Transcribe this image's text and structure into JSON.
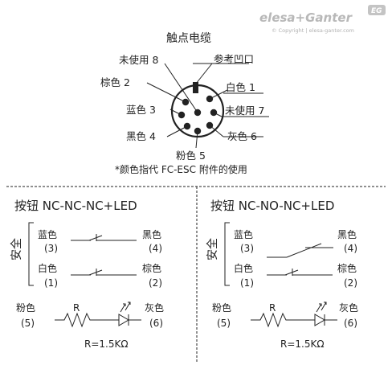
{
  "brand": {
    "logo_text": "elesa+Ganter",
    "badge": "EG",
    "copyright": "© Copyright | elesa-ganter.com"
  },
  "connector": {
    "title": "触点电缆",
    "pins": [
      {
        "label": "未使用 8"
      },
      {
        "label": "参考凹口"
      },
      {
        "label": "棕色 2"
      },
      {
        "label": "白色 1"
      },
      {
        "label": "蓝色 3"
      },
      {
        "label": "未使用 7"
      },
      {
        "label": "黑色 4"
      },
      {
        "label": "灰色 6"
      },
      {
        "label": "粉色 5"
      }
    ],
    "note": "*颜色指代 FC-ESC 附件的使用"
  },
  "diagrams": [
    {
      "title": "按钮 NC-NC-NC+LED",
      "side_label": "安全",
      "left": [
        {
          "color": "蓝色",
          "num": "(3)"
        },
        {
          "color": "白色",
          "num": "(1)"
        },
        {
          "color": "粉色",
          "num": "(5)"
        }
      ],
      "right": [
        {
          "color": "黑色",
          "num": "(4)"
        },
        {
          "color": "棕色",
          "num": "(2)"
        },
        {
          "color": "灰色",
          "num": "(6)"
        }
      ],
      "resistor_label": "R",
      "resistor_value": "R=1.5KΩ"
    },
    {
      "title": "按钮 NC-NO-NC+LED",
      "side_label": "安全",
      "left": [
        {
          "color": "蓝色",
          "num": "(3)"
        },
        {
          "color": "白色",
          "num": "(1)"
        },
        {
          "color": "粉色",
          "num": "(5)"
        }
      ],
      "right": [
        {
          "color": "黑色",
          "num": "(4)"
        },
        {
          "color": "棕色",
          "num": "(2)"
        },
        {
          "color": "灰色",
          "num": "(6)"
        }
      ],
      "resistor_label": "R",
      "resistor_value": "R=1.5KΩ"
    }
  ]
}
